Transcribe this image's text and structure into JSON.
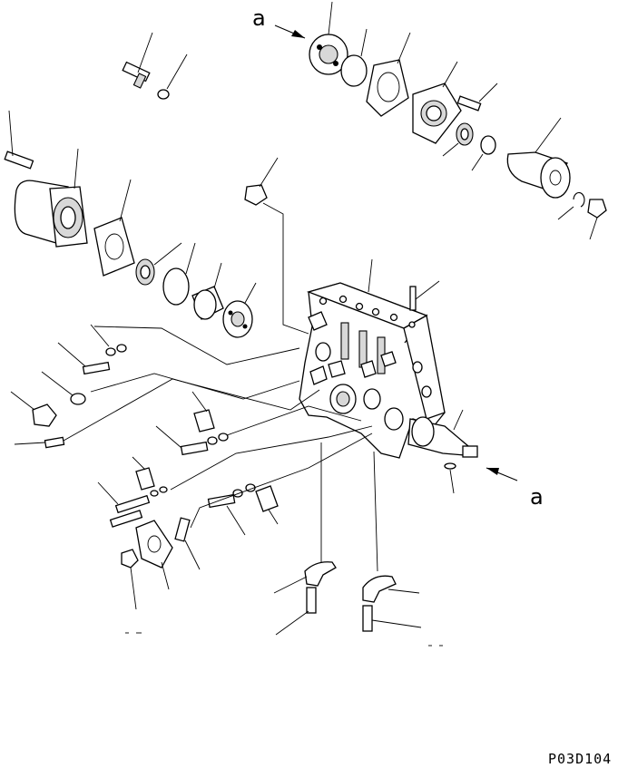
{
  "diagram": {
    "drawing_code": "P03D104",
    "view_markers": {
      "top": "a",
      "right": "a"
    }
  }
}
